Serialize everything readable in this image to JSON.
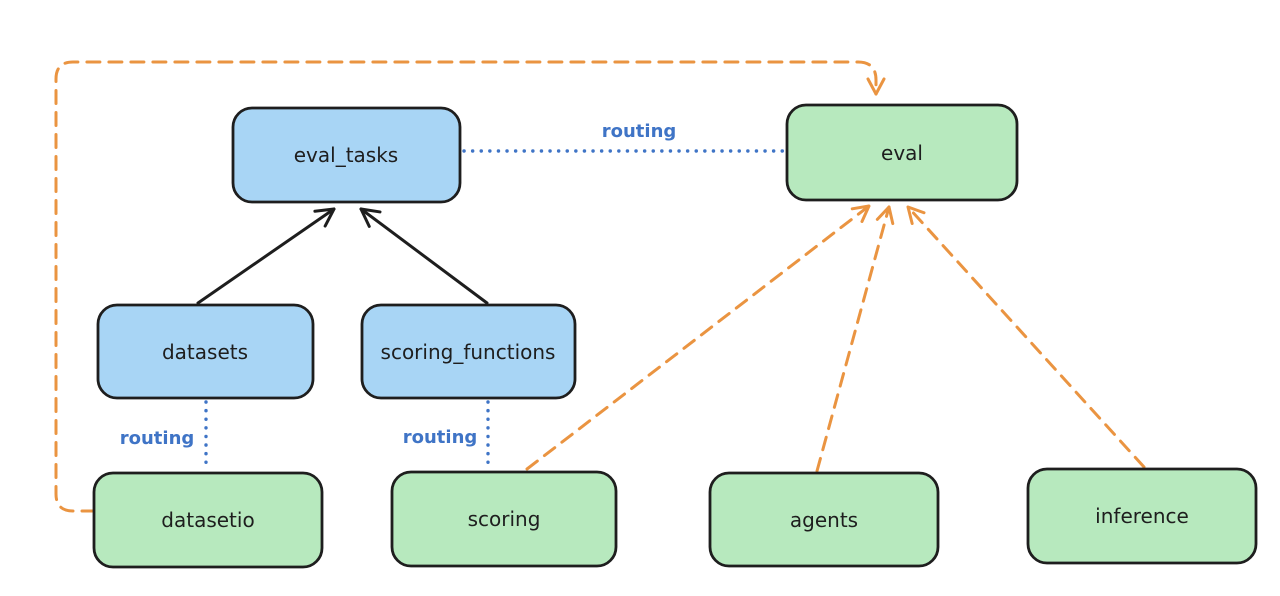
{
  "diagram": {
    "nodes": {
      "eval_tasks": {
        "label": "eval_tasks",
        "kind": "resource"
      },
      "datasets": {
        "label": "datasets",
        "kind": "resource"
      },
      "scoring_functions": {
        "label": "scoring_functions",
        "kind": "resource"
      },
      "eval": {
        "label": "eval",
        "kind": "api"
      },
      "datasetio": {
        "label": "datasetio",
        "kind": "api"
      },
      "scoring": {
        "label": "scoring",
        "kind": "api"
      },
      "agents": {
        "label": "agents",
        "kind": "api"
      },
      "inference": {
        "label": "inference",
        "kind": "api"
      }
    },
    "edge_labels": {
      "routing_eval_tasks_eval": "routing",
      "routing_datasets_datasetio": "routing",
      "routing_scoring_functions_scoring": "routing"
    }
  },
  "colors": {
    "background": "#ffffff",
    "resource_fill": "#a8d5f5",
    "api_fill": "#b7e9be",
    "ink": "#1e1e1e",
    "routing_blue": "#3f74c6",
    "dependency_orange": "#ea9441"
  }
}
